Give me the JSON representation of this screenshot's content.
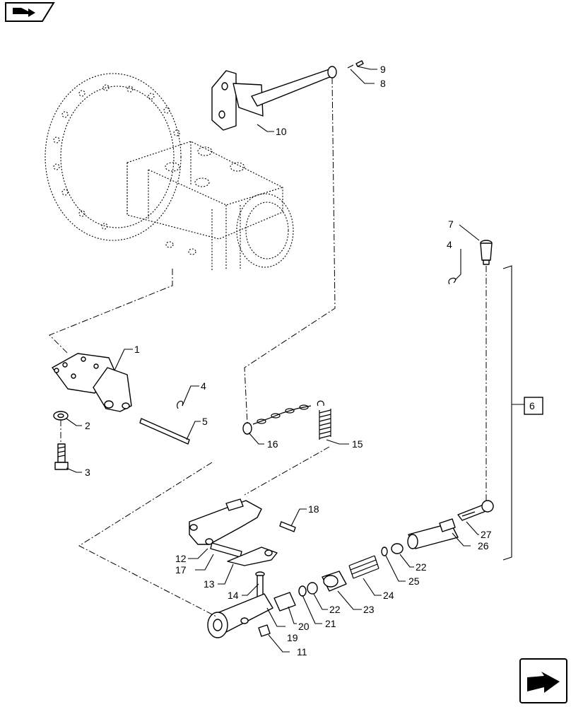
{
  "nav": {
    "top_icon": "book-arrow-icon",
    "bottom_icon": "next-page-arrow-icon"
  },
  "callouts": [
    {
      "id": "c1",
      "text": "1"
    },
    {
      "id": "c2",
      "text": "2"
    },
    {
      "id": "c3",
      "text": "3"
    },
    {
      "id": "c4a",
      "text": "4"
    },
    {
      "id": "c4b",
      "text": "4"
    },
    {
      "id": "c5",
      "text": "5"
    },
    {
      "id": "c6",
      "text": "6"
    },
    {
      "id": "c7",
      "text": "7"
    },
    {
      "id": "c8",
      "text": "8"
    },
    {
      "id": "c9",
      "text": "9"
    },
    {
      "id": "c10",
      "text": "10"
    },
    {
      "id": "c11",
      "text": "11"
    },
    {
      "id": "c12",
      "text": "12"
    },
    {
      "id": "c13",
      "text": "13"
    },
    {
      "id": "c14",
      "text": "14"
    },
    {
      "id": "c15",
      "text": "15"
    },
    {
      "id": "c16",
      "text": "16"
    },
    {
      "id": "c17",
      "text": "17"
    },
    {
      "id": "c18",
      "text": "18"
    },
    {
      "id": "c19",
      "text": "19"
    },
    {
      "id": "c20",
      "text": "20"
    },
    {
      "id": "c21",
      "text": "21"
    },
    {
      "id": "c22a",
      "text": "22"
    },
    {
      "id": "c22b",
      "text": "22"
    },
    {
      "id": "c23",
      "text": "23"
    },
    {
      "id": "c24",
      "text": "24"
    },
    {
      "id": "c25",
      "text": "25"
    },
    {
      "id": "c26",
      "text": "26"
    },
    {
      "id": "c27",
      "text": "27"
    }
  ]
}
